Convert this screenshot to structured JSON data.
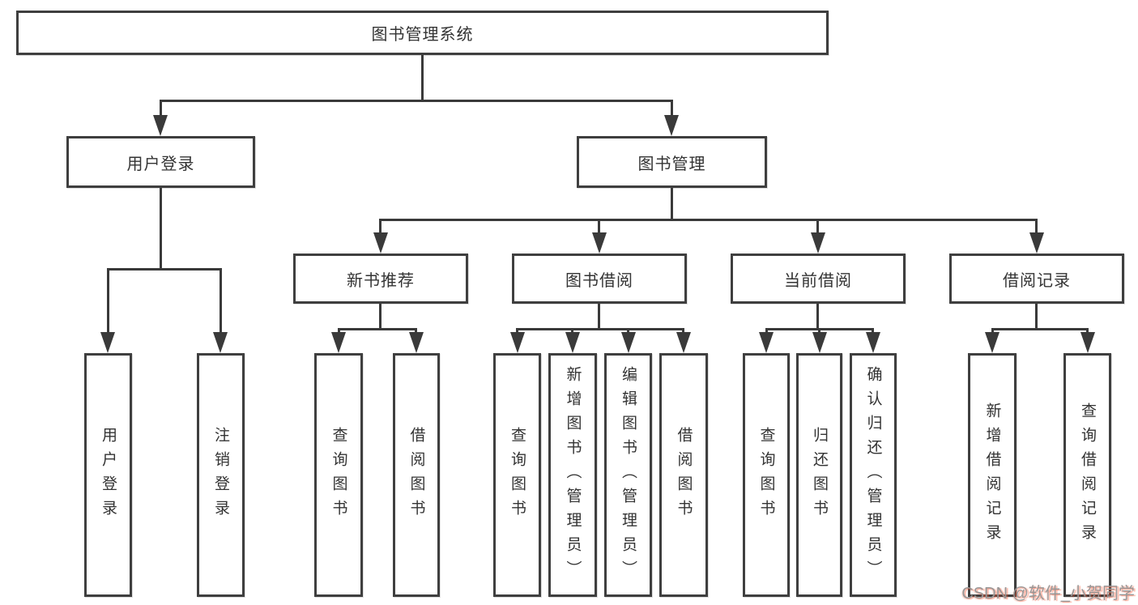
{
  "tree": {
    "root": "图书管理系统",
    "branches": [
      {
        "label": "用户登录",
        "children": [
          "用户登录",
          "注销登录"
        ]
      },
      {
        "label": "图书管理",
        "children": [
          {
            "label": "新书推荐",
            "children": [
              "查询图书",
              "借阅图书"
            ]
          },
          {
            "label": "图书借阅",
            "children": [
              "查询图书",
              "新增图书（管理员）",
              "编辑图书（管理员）",
              "借阅图书"
            ]
          },
          {
            "label": "当前借阅",
            "children": [
              "查询图书",
              "归还图书",
              "确认归还（管理员）"
            ]
          },
          {
            "label": "借阅记录",
            "children": [
              "新增借阅记录",
              "查询借阅记录"
            ]
          }
        ]
      }
    ]
  },
  "watermark": "CSDN @软件_小贺同学",
  "colors": {
    "line": "#3a3a3a",
    "border": "#3f3f3f",
    "text": "#333333",
    "background": "#ffffff",
    "watermark_accent": "#fc5531"
  }
}
